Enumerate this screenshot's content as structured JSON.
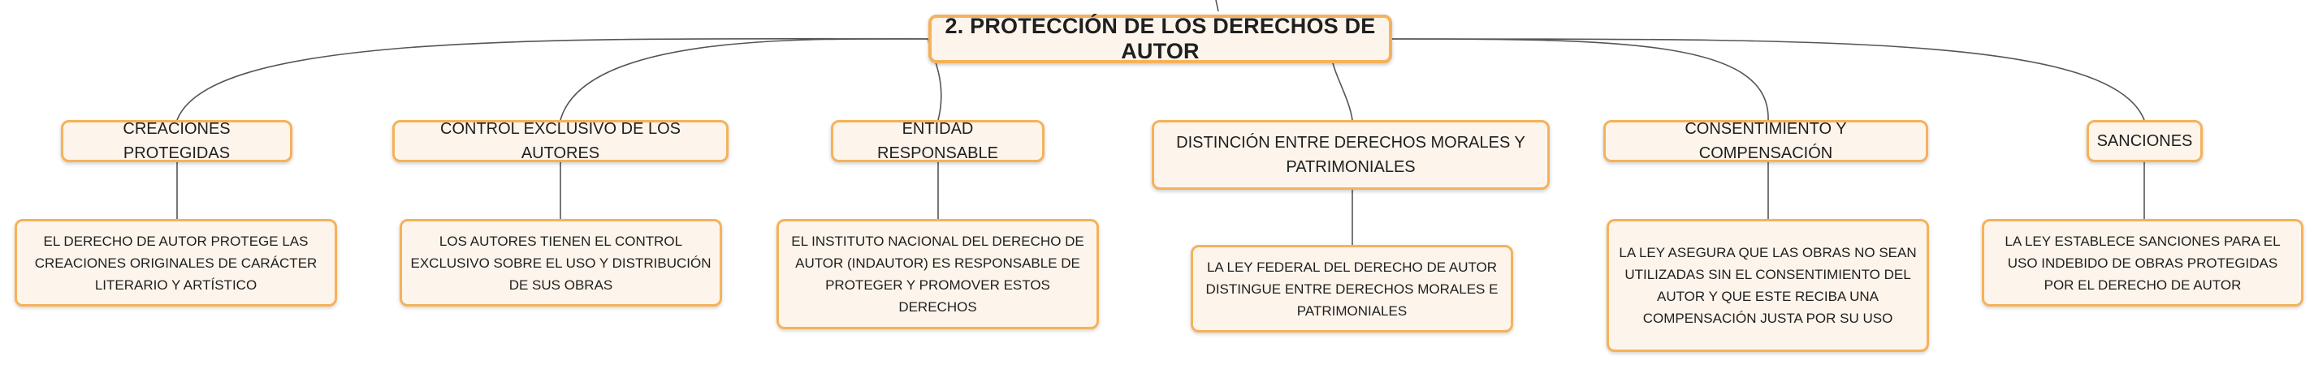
{
  "colors": {
    "border": "#f5b25a",
    "fill": "#fdf5ec",
    "line": "#555555",
    "text": "#1f1f1f"
  },
  "root": {
    "title": "2. PROTECCIÓN DE LOS DERECHOS DE AUTOR"
  },
  "branches": [
    {
      "topic": "CREACIONES PROTEGIDAS",
      "detail": "EL DERECHO DE AUTOR PROTEGE LAS CREACIONES ORIGINALES DE CARÁCTER LITERARIO Y ARTÍSTICO"
    },
    {
      "topic": "CONTROL EXCLUSIVO DE LOS AUTORES",
      "detail": "LOS AUTORES TIENEN EL CONTROL EXCLUSIVO SOBRE EL USO Y DISTRIBUCIÓN DE SUS OBRAS"
    },
    {
      "topic": "ENTIDAD RESPONSABLE",
      "detail": "EL INSTITUTO NACIONAL DEL DERECHO DE AUTOR (INDAUTOR) ES RESPONSABLE DE PROTEGER Y PROMOVER ESTOS DERECHOS"
    },
    {
      "topic": "DISTINCIÓN ENTRE DERECHOS MORALES Y PATRIMONIALES",
      "detail": "LA LEY FEDERAL DEL DERECHO DE AUTOR DISTINGUE ENTRE DERECHOS MORALES E PATRIMONIALES"
    },
    {
      "topic": "CONSENTIMIENTO Y COMPENSACIÓN",
      "detail": "LA LEY ASEGURA QUE LAS OBRAS NO SEAN UTILIZADAS SIN EL CONSENTIMIENTO DEL AUTOR Y QUE ESTE RECIBA UNA COMPENSACIÓN JUSTA POR SU USO"
    },
    {
      "topic": "SANCIONES",
      "detail": "LA LEY ESTABLECE SANCIONES PARA EL USO INDEBIDO DE OBRAS PROTEGIDAS POR EL DERECHO DE AUTOR"
    }
  ]
}
